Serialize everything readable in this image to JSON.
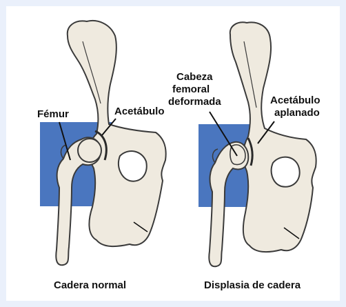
{
  "colors": {
    "background": "#eaf0fb",
    "panel": "#ffffff",
    "bone_fill": "#efeadf",
    "bone_stroke": "#3a3a3a",
    "block_blue": "#4a76bf",
    "label_text": "#111111"
  },
  "left": {
    "caption": "Cadera normal",
    "label_femur": "Fémur",
    "label_acetabulum": "Acetábulo"
  },
  "right": {
    "caption": "Displasia de cadera",
    "label_head_line1": "Cabeza",
    "label_head_line2": "femoral",
    "label_head_line3": "deformada",
    "label_acetabulum_line1": "Acetábulo",
    "label_acetabulum_line2": "aplanado"
  }
}
